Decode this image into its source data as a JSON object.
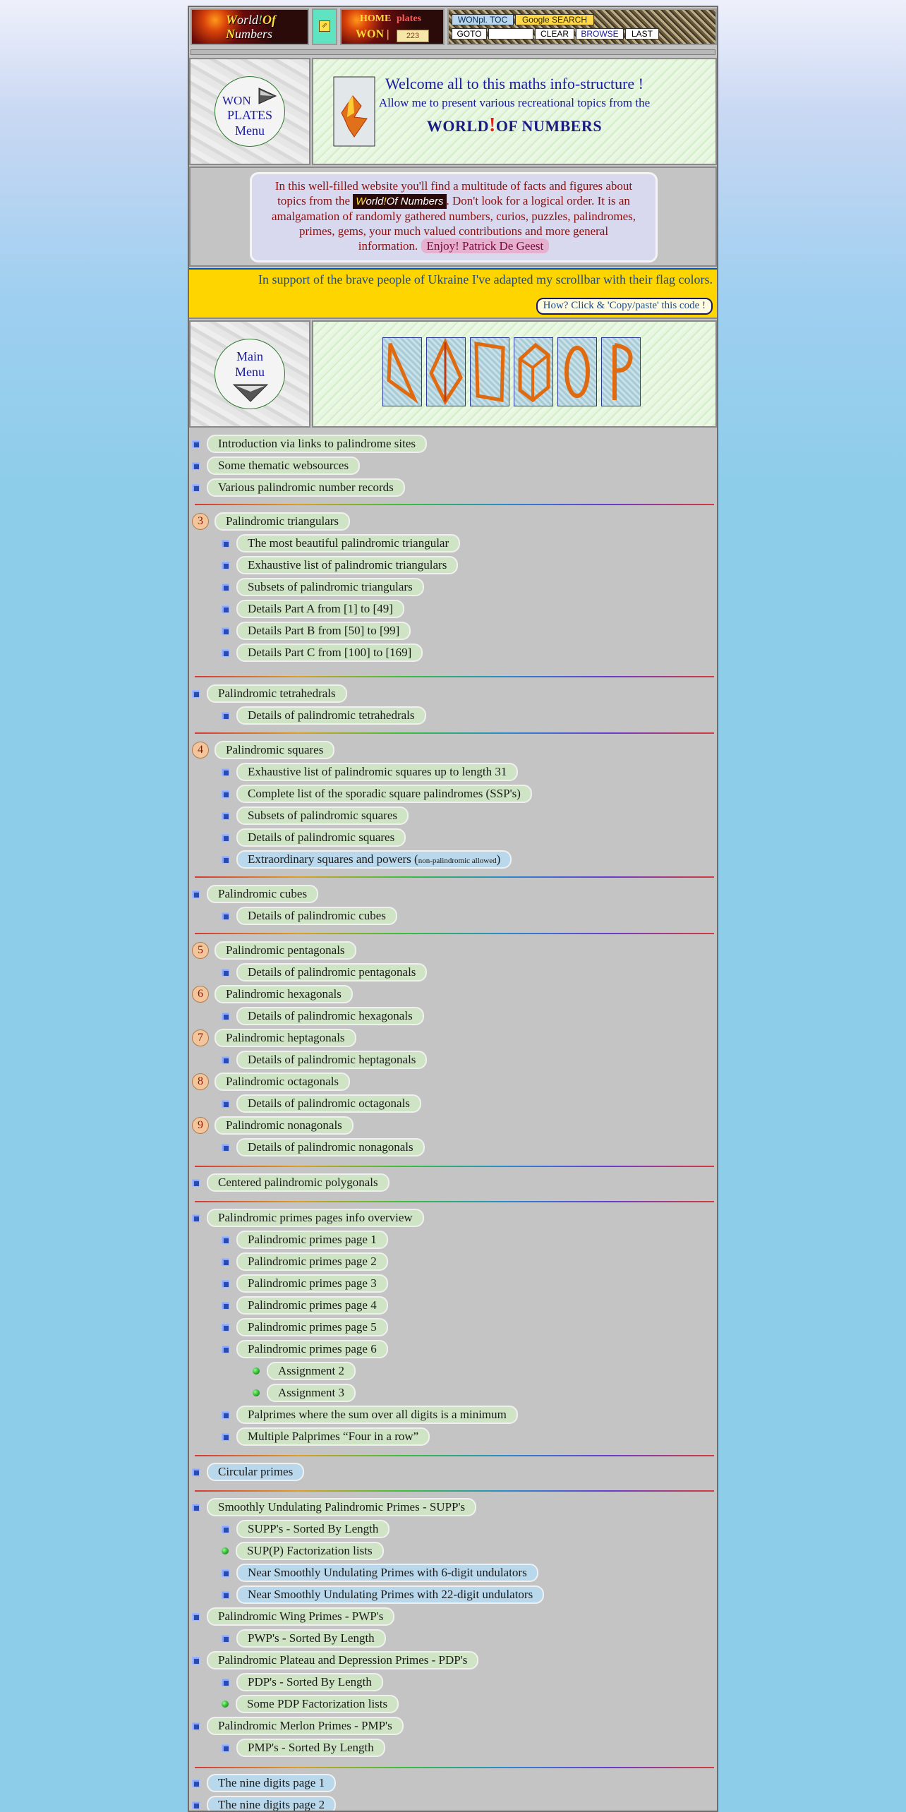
{
  "header": {
    "logo": {
      "w": "W",
      "orld": "orld",
      "bang": "!",
      "of": "Of",
      "n": "N",
      "umbers": "umbers"
    },
    "home": {
      "home": "HOME",
      "plates": "plates",
      "won": "WON",
      "pipe": "|",
      "count": "223"
    },
    "toolbar": {
      "toc": "WONpl. TOC",
      "google": "Google SEARCH",
      "goto": "GOTO",
      "clear": "CLEAR",
      "browse": "BROWSE",
      "last": "LAST",
      "goto_value": ""
    }
  },
  "won_plates_menu": {
    "line1": "WON",
    "line2": "PLATES",
    "line3": "Menu"
  },
  "welcome": {
    "title": "Welcome all to this maths info-structure !",
    "subtitle": "Allow me to present various recreational topics from the",
    "brand_world": "WORLD",
    "brand_bang": "!",
    "brand_rest": "OF NUMBERS"
  },
  "intro": {
    "part1": "In this well-filled website you'll find a multitude of facts and figures about topics from the",
    "logo_w": "W",
    "logo_orld": "orld",
    "logo_bang": "!",
    "logo_rest": "Of Numbers",
    "part2": ". Don't look for a logical order. It is an amalgamation of randomly gathered numbers, curios, puzzles, palindromes, primes, gems, your much valued contributions and more general information.",
    "enjoy": "Enjoy! Patrick De Geest"
  },
  "ukraine": {
    "text": "In support of the brave people of Ukraine I've adapted my scrollbar with their flag colors.",
    "button": "How? Click & 'Copy/paste' this code !",
    "colors": {
      "blue": "#0057b7",
      "yellow": "#ffd500"
    }
  },
  "main_menu": {
    "line1": "Main",
    "line2": "Menu"
  },
  "menu": {
    "intro_links": "Introduction via links to palindrome sites",
    "thematic": "Some thematic websources",
    "records": "Various palindromic number records",
    "triangulars": {
      "badge": "3",
      "label": "Palindromic triangulars",
      "items": [
        "The most beautiful palindromic triangular",
        "Exhaustive list of palindromic triangulars",
        "Subsets of palindromic triangulars",
        "Details Part A from [1] to [49]",
        "Details Part B from [50] to [99]",
        "Details Part C from [100] to [169]"
      ]
    },
    "tetrahedrals": {
      "label": "Palindromic tetrahedrals",
      "items": [
        "Details of palindromic tetrahedrals"
      ]
    },
    "squares": {
      "badge": "4",
      "label": "Palindromic squares",
      "items": [
        "Exhaustive list of palindromic squares up to length 31",
        "Complete list of the sporadic square palindromes (SSP's)",
        "Subsets of palindromic squares",
        "Details of palindromic squares"
      ],
      "extra": "Extraordinary squares and powers (",
      "extra_small": "non-palindromic allowed",
      "extra_end": ")"
    },
    "cubes": {
      "label": "Palindromic cubes",
      "items": [
        "Details of palindromic cubes"
      ]
    },
    "polygons": [
      {
        "badge": "5",
        "label": "Palindromic pentagonals",
        "detail": "Details of palindromic pentagonals"
      },
      {
        "badge": "6",
        "label": "Palindromic hexagonals",
        "detail": "Details of palindromic hexagonals"
      },
      {
        "badge": "7",
        "label": "Palindromic heptagonals",
        "detail": "Details of palindromic heptagonals"
      },
      {
        "badge": "8",
        "label": "Palindromic octagonals",
        "detail": "Details of palindromic octagonals"
      },
      {
        "badge": "9",
        "label": "Palindromic nonagonals",
        "detail": "Details of palindromic nonagonals"
      }
    ],
    "centered": "Centered palindromic polygonals",
    "primes": {
      "label": "Palindromic primes pages info overview",
      "pages": [
        "Palindromic primes page 1",
        "Palindromic primes page 2",
        "Palindromic primes page 3",
        "Palindromic primes page 4",
        "Palindromic primes page 5",
        "Palindromic primes page 6"
      ],
      "assignments": [
        "Assignment 2",
        "Assignment 3"
      ],
      "extra": [
        "Palprimes where the sum over all digits is a minimum",
        "Multiple Palprimes “Four in a row”"
      ]
    },
    "circular": "Circular primes",
    "supp": {
      "label": "Smoothly Undulating Palindromic Primes - SUPP's",
      "items": [
        "SUPP's - Sorted By Length",
        "SUP(P) Factorization lists",
        "Near Smoothly Undulating Primes with 6-digit undulators",
        "Near Smoothly Undulating Primes with 22-digit undulators"
      ]
    },
    "pwp": {
      "label": "Palindromic Wing Primes - PWP's",
      "items": [
        "PWP's - Sorted By Length"
      ]
    },
    "pdp": {
      "label": "Palindromic Plateau and Depression Primes - PDP's",
      "items": [
        "PDP's - Sorted By Length",
        "Some PDP Factorization lists"
      ]
    },
    "pmp": {
      "label": "Palindromic Merlon Primes - PMP's",
      "items": [
        "PMP's - Sorted By Length"
      ]
    },
    "nine": [
      "The nine digits page 1",
      "The nine digits page 2"
    ]
  }
}
